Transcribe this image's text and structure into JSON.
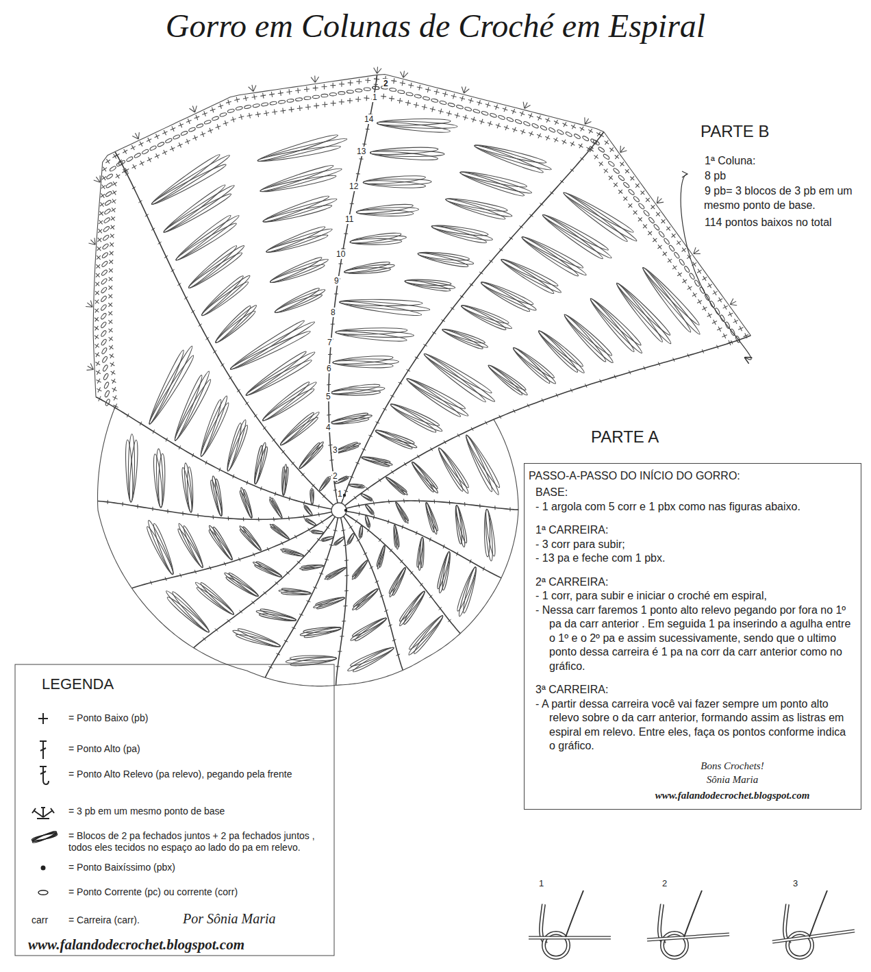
{
  "diagram": {
    "title": "Gorro em Colunas de Croché em Espiral",
    "nodes": [
      {
        "text": [
          "PASSO-A-PASSO DO INÍCIO DO GORRO:",
          "BASE:",
          "- 1 argola com 5 corr e 1 pbx como nas figuras abaixo.",
          "1ª CARREIRA:",
          "- 3 corr para subir;",
          "- 13 pa e feche com 1 pbx.",
          "2ª CARREIRA:",
          "- 1 corr, para subir e iniciar o croché em espiral,",
          "- Nessa carr faremos 1 ponto alto relevo pegando por fora no 1º pa da carr anterior . Em seguida 1 pa inserindo a agulha entre o 1º e o 2º pa e assim sucessivamente, sendo que o ultimo ponto dessa carreira é 1 pa na corr da carr anterior como no gráfico.",
          "3ª CARREIRA:",
          "- A partir dessa carreira você vai fazer sempre um ponto alto relevo sobre o da carr anterior, formando assim as listras em espiral em relevo. Entre eles, faça os pontos conforme indica o gráfico.",
          "Bons Crochets!",
          "Sônia Maria",
          "www.falandodecrochet.blogspot.com"
        ]
      }
    ],
    "labels": [
      "PARTE B",
      "1ª Coluna:",
      "8 pb",
      "9 pb= 3 blocos de 3 pb em um mesmo ponto de base.",
      "114 pontos baixos no total",
      "PARTE A",
      "2",
      "1",
      "14",
      "13",
      "12",
      "11",
      "10",
      "9",
      "8",
      "7",
      "6",
      "5",
      "4",
      "3",
      "2",
      "1",
      "1",
      "2",
      "3",
      "LEGENDA",
      "carr",
      "Por Sônia Maria",
      "www.falandodecrochet.blogspot.com"
    ],
    "legend": [
      {
        "text": "= Ponto Baixo (pb)"
      },
      {
        "text": "= Ponto Alto (pa)"
      },
      {
        "text": "= Ponto Alto Relevo (pa relevo), pegando pela frente"
      },
      {
        "text": "= 3 pb em um mesmo ponto de base"
      },
      {
        "text": "= Blocos de 2 pa fechados juntos + 2 pa fechados juntos , todos eles tecidos no espaço ao lado do pa em relevo."
      },
      {
        "text": "= Ponto Baixíssimo (pbx)"
      },
      {
        "text": "= Ponto Corrente (pc) ou corrente (corr)"
      },
      {
        "text": "= Carreira (carr)."
      }
    ]
  }
}
